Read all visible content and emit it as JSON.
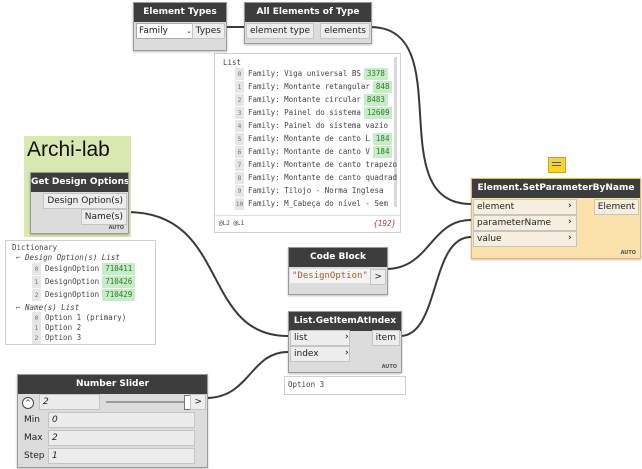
{
  "brand": {
    "label": "Archi-lab"
  },
  "nodes": {
    "element_types": {
      "title": "Element Types",
      "dropdown_value": "Family",
      "output": "Types"
    },
    "all_elements": {
      "title": "All Elements of Type",
      "input": "element type",
      "output": "elements"
    },
    "set_param": {
      "title": "Element.SetParameterByName",
      "inputs": [
        "element",
        "parameterName",
        "value"
      ],
      "output": "Element",
      "auto": "AUTO"
    },
    "get_design": {
      "title": "Get Design Options",
      "outputs": [
        "Design Option(s)",
        "Name(s)"
      ],
      "auto": "AUTO"
    },
    "code_block": {
      "title": "Code Block",
      "code": "\"DesignOption\";",
      "output": ">"
    },
    "get_item": {
      "title": "List.GetItemAtIndex",
      "inputs": [
        "list",
        "index"
      ],
      "output": "item",
      "auto": "AUTO"
    },
    "slider": {
      "title": "Number Slider",
      "value": "2",
      "labels": [
        "Min",
        "Max",
        "Step"
      ],
      "values": [
        "0",
        "2",
        "1"
      ]
    }
  },
  "previews": {
    "elements": {
      "header": "List",
      "rows": [
        {
          "i": "0",
          "text": "Family: Viga universal BS",
          "val": "3378"
        },
        {
          "i": "1",
          "text": "Family: Montante retangular",
          "val": "848"
        },
        {
          "i": "2",
          "text": "Family: Montante circular",
          "val": "8483"
        },
        {
          "i": "3",
          "text": "Family: Painel do sistema",
          "val": "12609"
        },
        {
          "i": "4",
          "text": "Family: Painel do sistema vazio",
          "val": ""
        },
        {
          "i": "5",
          "text": "Family: Montante de canto L",
          "val": "184"
        },
        {
          "i": "6",
          "text": "Family: Montante de canto V",
          "val": "184"
        },
        {
          "i": "7",
          "text": "Family: Montante de canto trapezo",
          "val": ""
        },
        {
          "i": "8",
          "text": "Family: Montante de canto quadrad",
          "val": ""
        },
        {
          "i": "9",
          "text": "Family: Tilojo - Norma Inglesa",
          "val": ""
        },
        {
          "i": "10",
          "text": "Family: M_Cabeça do nível - Sem",
          "val": ""
        }
      ],
      "footer_left": "@L2 @L1",
      "footer_right": "{192}"
    },
    "design": {
      "header": "Dictionary",
      "group1": "Design Option(s) List",
      "rows1": [
        {
          "i": "0",
          "text": "DesignOption",
          "val": "710411"
        },
        {
          "i": "1",
          "text": "DesignOption",
          "val": "710426"
        },
        {
          "i": "2",
          "text": "DesignOption",
          "val": "710429"
        }
      ],
      "group2": "Name(s) List",
      "rows2": [
        {
          "i": "0",
          "text": "Option 1 (primary)"
        },
        {
          "i": "1",
          "text": "Option 2"
        },
        {
          "i": "2",
          "text": "Option 3"
        }
      ]
    },
    "get_item": {
      "text": "Option 3"
    }
  },
  "colors": {
    "brand_bg": "#d8e8b0",
    "highlight_node": "#fbe2ab",
    "wire": "#3a3a3a"
  }
}
